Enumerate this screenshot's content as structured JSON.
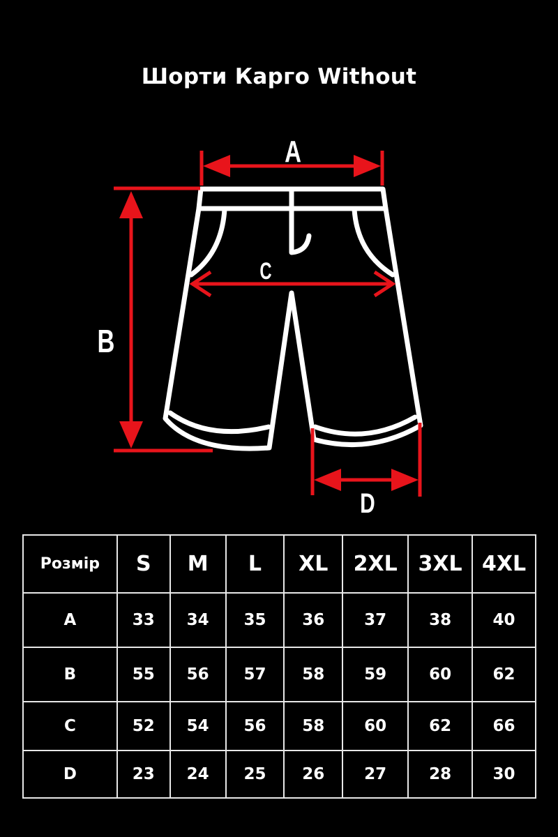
{
  "title": "Шорти Карго Without",
  "diagram": {
    "labels": {
      "a": "A",
      "b": "B",
      "c": "C",
      "d": "D"
    },
    "colors": {
      "arrow": "#e8141b",
      "outline": "#ffffff"
    }
  },
  "table": {
    "header_label": "Розмір",
    "sizes": [
      "S",
      "M",
      "L",
      "XL",
      "2XL",
      "3XL",
      "4XL"
    ],
    "rows": [
      {
        "label": "A",
        "values": [
          "33",
          "34",
          "35",
          "36",
          "37",
          "38",
          "40"
        ]
      },
      {
        "label": "B",
        "values": [
          "55",
          "56",
          "57",
          "58",
          "59",
          "60",
          "62"
        ]
      },
      {
        "label": "C",
        "values": [
          "52",
          "54",
          "56",
          "58",
          "60",
          "62",
          "66"
        ]
      },
      {
        "label": "D",
        "values": [
          "23",
          "24",
          "25",
          "26",
          "27",
          "28",
          "30"
        ]
      }
    ]
  }
}
